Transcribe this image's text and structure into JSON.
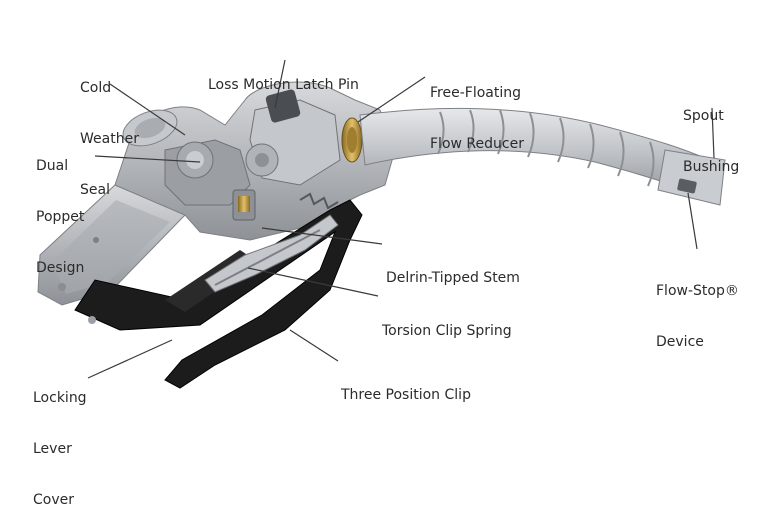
{
  "labels": {
    "cold_weather_seal": [
      "Cold",
      "Weather",
      "Seal"
    ],
    "loss_motion_latch_pin": [
      "Loss Motion Latch Pin"
    ],
    "free_floating_flow_reducer": [
      "Free-Floating",
      "Flow Reducer"
    ],
    "spout_bushing": [
      "Spout",
      "Bushing"
    ],
    "dual_poppet_design": [
      "Dual",
      "Poppet",
      "Design"
    ],
    "delrin_tipped_stem": [
      "Delrin-Tipped Stem"
    ],
    "flow_stop_device": [
      "Flow-Stop®",
      "Device"
    ],
    "torsion_clip_spring": [
      "Torsion Clip Spring"
    ],
    "three_position_clip": [
      "Three Position Clip"
    ],
    "locking_lever_cover": [
      "Locking",
      "Lever",
      "Cover"
    ]
  },
  "colors": {
    "body_metal": "#b9bcc0",
    "body_shadow": "#8e9297",
    "lever_black": "#1c1c1c",
    "brass": "#c9a24a",
    "label_text": "#2b2b2b",
    "leader_line": "#3a3a3a"
  }
}
